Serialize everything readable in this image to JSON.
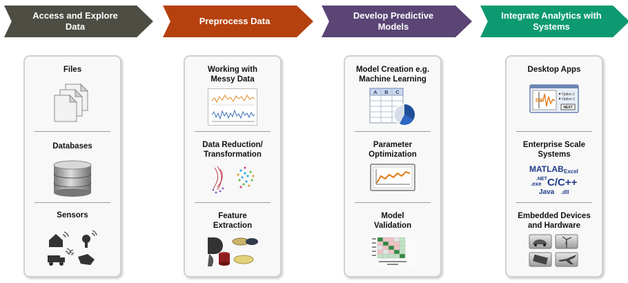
{
  "stages": [
    {
      "title": "Access and Explore\nData",
      "color": "#4d4d44"
    },
    {
      "title": "Preprocess Data",
      "color": "#b5410f"
    },
    {
      "title": "Develop Predictive\nModels",
      "color": "#5a4575"
    },
    {
      "title": "Integrate Analytics with\nSystems",
      "color": "#0e9a71"
    }
  ],
  "col1": {
    "s1": "Files",
    "s2": "Databases",
    "s3": "Sensors"
  },
  "col2": {
    "s1": "Working with\nMessy Data",
    "s2": "Data Reduction/\nTransformation",
    "s3": "Feature\nExtraction"
  },
  "col3": {
    "s1": "Model Creation e.g.\nMachine Learning",
    "s2": "Parameter\nOptimization",
    "s3": "Model\nValidation",
    "table_headers": [
      "A",
      "B",
      "C"
    ]
  },
  "col4": {
    "s1": "Desktop Apps",
    "s2": "Enterprise Scale\nSystems",
    "s3": "Embedded Devices\nand Hardware",
    "app_options": [
      "Option 1",
      "Option 2"
    ],
    "app_button": "NEXT",
    "languages": {
      "matlab": "MATLAB",
      "excel": "Excel",
      "net": ".NET",
      "exe": ".exe",
      "cpp": "C/C++",
      "java": "Java",
      "dll": ".dll"
    }
  }
}
